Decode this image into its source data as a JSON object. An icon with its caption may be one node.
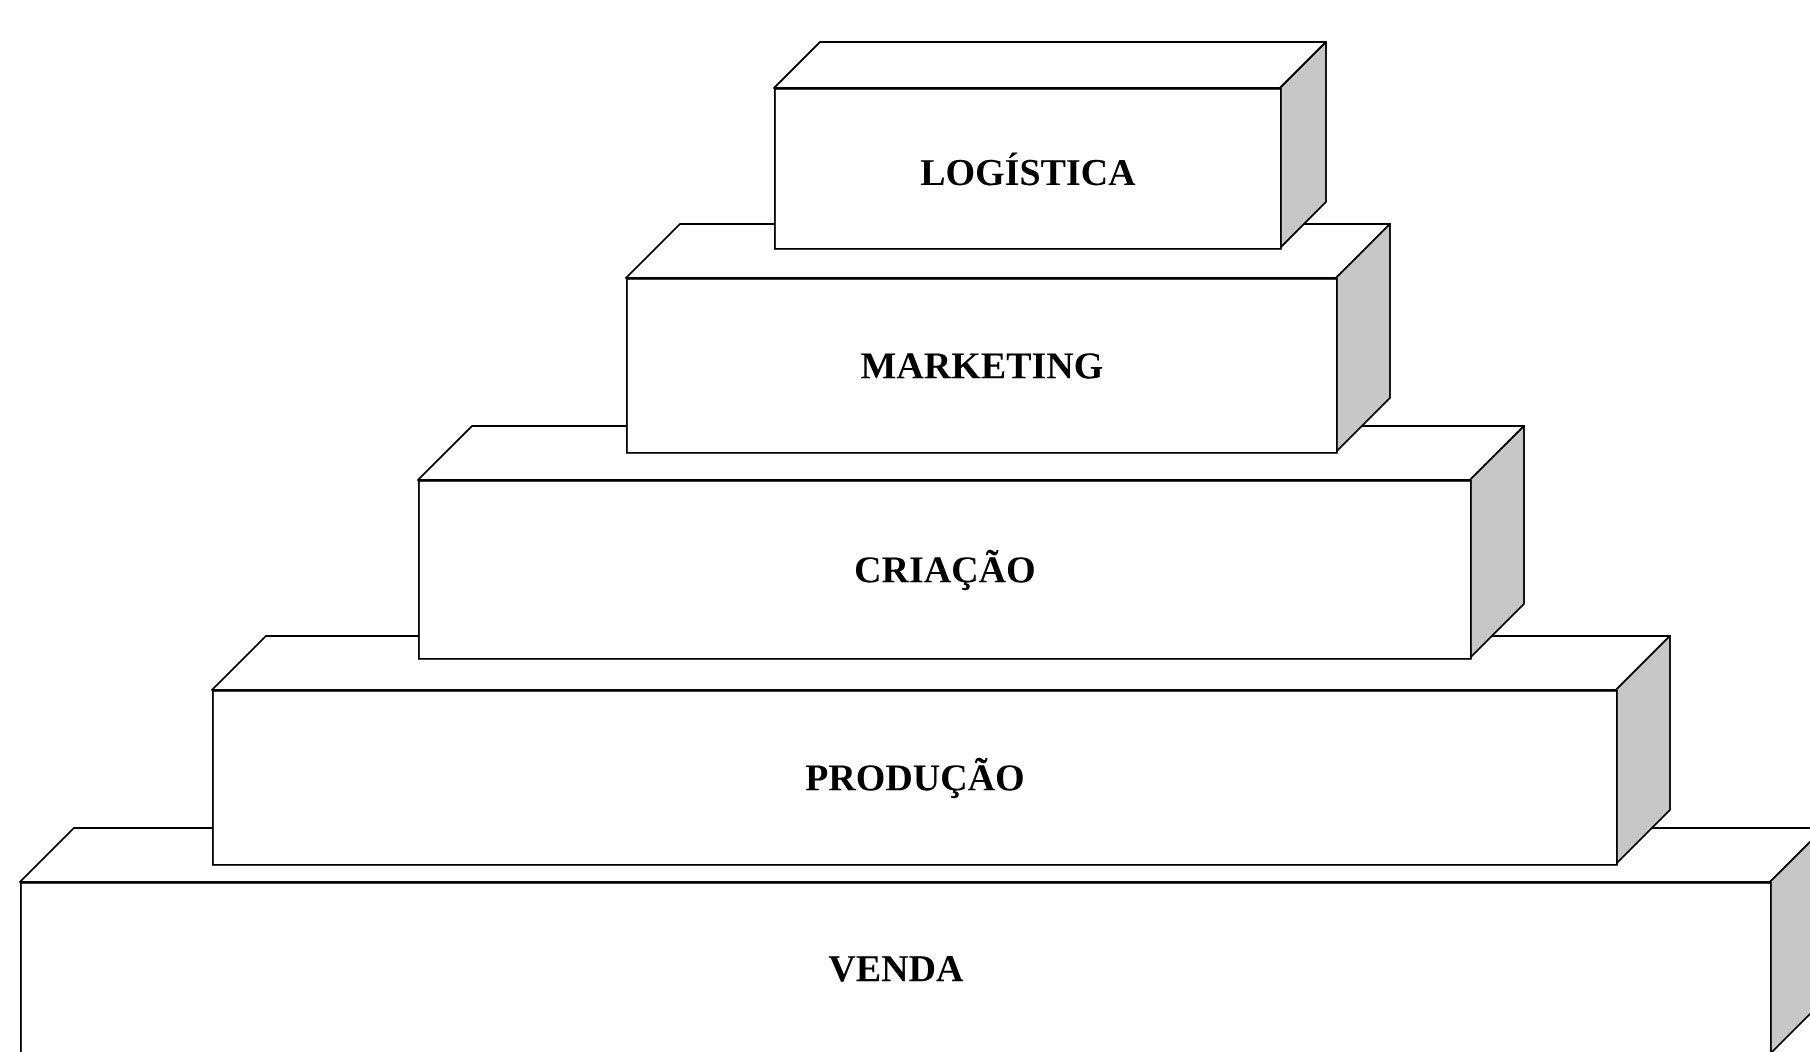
{
  "diagram": {
    "nodes": [
      {
        "text": [
          "LOGÍSTICA"
        ]
      },
      {
        "text": [
          "MARKETING"
        ]
      },
      {
        "text": [
          "CRIAÇÃO"
        ]
      },
      {
        "text": [
          "PRODUÇÃO"
        ]
      },
      {
        "text": [
          "VENDA"
        ]
      }
    ]
  }
}
